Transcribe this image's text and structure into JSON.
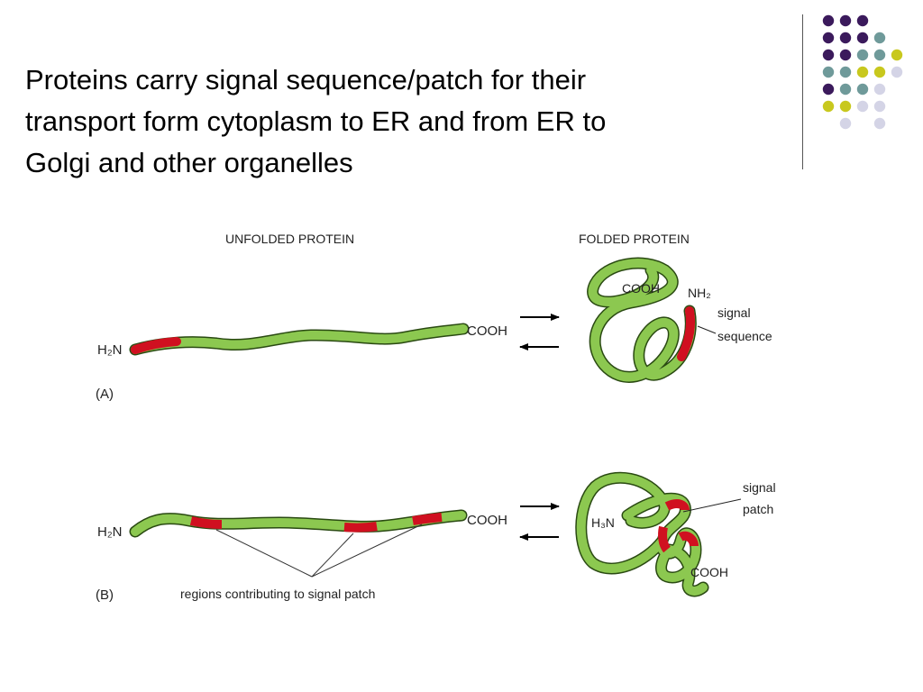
{
  "slide": {
    "title_lines": [
      "Proteins carry  signal sequence/patch for their",
      "transport form cytoplasm to ER and from ER to",
      "Golgi and other organelles"
    ]
  },
  "colors": {
    "purple": "#3b1a5c",
    "teal": "#6f9a9a",
    "yellow": "#c8c81e",
    "lavender": "#d4d4e6",
    "protein_green": "#8cc850",
    "signal_red": "#d01020"
  },
  "decoration": {
    "dot_grid": [
      [
        "purple",
        "purple",
        "purple",
        "",
        "",
        ""
      ],
      [
        "purple",
        "purple",
        "purple",
        "teal",
        "",
        ""
      ],
      [
        "purple",
        "purple",
        "teal",
        "teal",
        "yellow",
        ""
      ],
      [
        "teal",
        "teal",
        "yellow",
        "yellow",
        "lavender",
        ""
      ],
      [
        "purple",
        "teal",
        "teal",
        "lavender",
        "",
        ""
      ],
      [
        "yellow",
        "yellow",
        "lavender",
        "lavender",
        "",
        ""
      ],
      [
        "",
        "lavender",
        "",
        "lavender",
        "",
        ""
      ]
    ]
  },
  "diagram": {
    "unfolded_heading": "UNFOLDED PROTEIN",
    "folded_heading": "FOLDED PROTEIN",
    "panel_a": {
      "label": "(A)",
      "n_terminus": "H₂N",
      "c_terminus": "COOH",
      "folded_c_terminus": "COOH",
      "folded_n_terminus": "NH₂",
      "annotation_line1": "signal",
      "annotation_line2": "sequence"
    },
    "panel_b": {
      "label": "(B)",
      "n_terminus": "H₂N",
      "c_terminus": "COOH",
      "folded_n_terminus": "H₃N",
      "folded_c_terminus": "COOH",
      "annotation_line1": "signal",
      "annotation_line2": "patch",
      "regions_caption": "regions contributing to signal patch"
    }
  }
}
